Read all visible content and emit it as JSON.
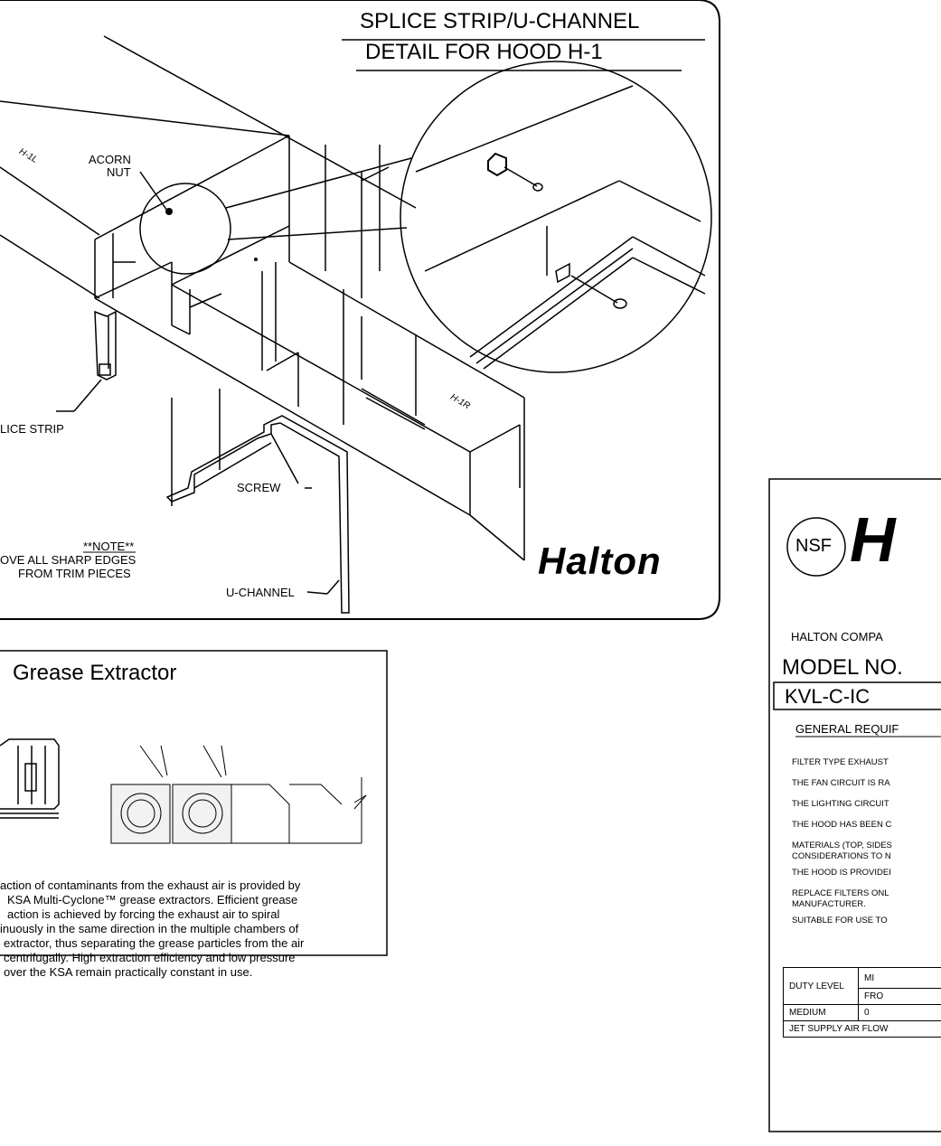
{
  "splice_detail": {
    "title_line1": "SPLICE STRIP/U-CHANNEL",
    "title_line2": "DETAIL FOR HOOD H-1",
    "labels": {
      "left_hood": "H-1L",
      "right_hood": "H-1R",
      "acorn_nut_1": "ACORN",
      "acorn_nut_2": "NUT",
      "splice_strip": "LICE STRIP",
      "screw": "SCREW",
      "u_channel": "U-CHANNEL"
    },
    "note": {
      "heading": "**NOTE**",
      "line1": "OVE ALL SHARP EDGES",
      "line2": "FROM TRIM PIECES"
    },
    "brand": "Halton"
  },
  "grease_panel": {
    "title": "Grease Extractor",
    "description": [
      "action of contaminants from the exhaust air is provided by",
      "KSA Multi-Cyclone™ grease extractors.  Efficient grease",
      "action is achieved by forcing the exhaust air to spiral",
      "inuously in the same direction in the multiple chambers of",
      "extractor, thus separating the grease particles from the air",
      "centrifugally. High extraction efficiency and low pressure",
      "over the KSA remain practically constant in use."
    ]
  },
  "nsf_panel": {
    "nsf_mark": "NSF",
    "company": "HALTON COMPA",
    "model_label": "MODEL NO.",
    "model_value": "KVL-C-IC",
    "general_heading": "GENERAL REQUIF",
    "lines": [
      "FILTER TYPE EXHAUST",
      "THE FAN CIRCUIT IS RA",
      "THE LIGHTING CIRCUIT",
      "THE HOOD HAS BEEN C",
      "MATERIALS (TOP, SIDES",
      "CONSIDERATIONS TO N",
      "THE HOOD IS PROVIDEI",
      "REPLACE FILTERS ONL",
      "MANUFACTURER.",
      "SUITABLE FOR USE TO"
    ],
    "table": {
      "duty_level_header": "DUTY LEVEL",
      "mi_header": "MI",
      "fro_header": "FRO",
      "row_level": "MEDIUM",
      "row_value": "0",
      "footer": "JET SUPPLY AIR FLOW"
    }
  }
}
